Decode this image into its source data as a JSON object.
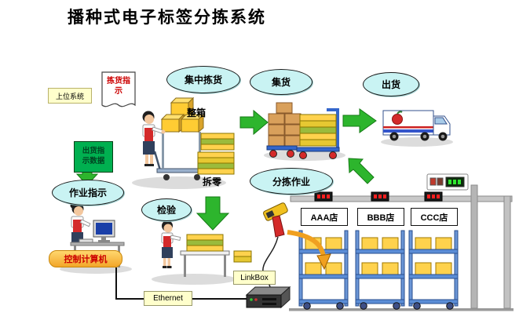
{
  "title": "播种式电子标签分拣系统",
  "stages": {
    "central_picking": "集中拣货",
    "consolidation": "集货",
    "shipping": "出货",
    "work_instruction": "作业指示",
    "inspection": "检验",
    "sorting_operation": "分拣作业"
  },
  "labels": {
    "host_system": "上位系统",
    "picking_instruction": "拣货指示",
    "full_case": "整箱",
    "break_case": "拆零",
    "shipping_instruction_data": "出货指示数据",
    "control_computer": "控制计算机",
    "linkbox": "LinkBox",
    "ethernet": "Ethernet"
  },
  "stores": [
    "AAA店",
    "BBB店",
    "CCC店"
  ],
  "colors": {
    "arrow_green": "#2db52d",
    "stage_fill": "#c9f3f3",
    "note_yellow": "#ffffcc",
    "data_box_green": "#00b050",
    "control_label_text": "#cc0000",
    "led_red": "#ff2020",
    "led_green": "#2fe62f"
  }
}
